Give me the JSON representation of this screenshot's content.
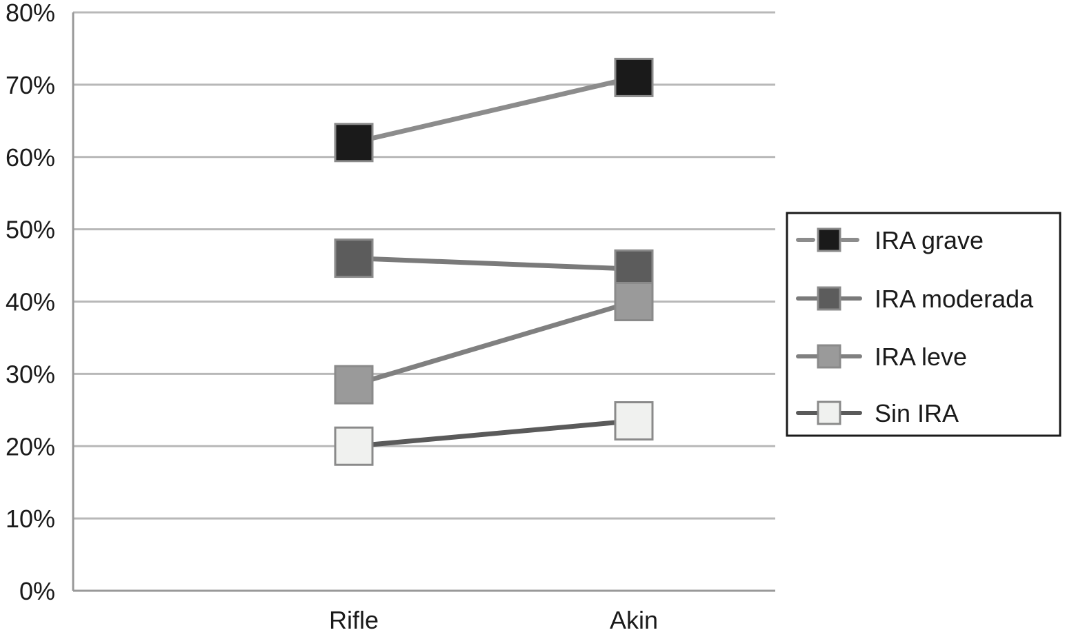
{
  "chart_data": {
    "type": "line",
    "categories": [
      "Rifle",
      "Akin"
    ],
    "y_tick_labels": [
      "0%",
      "10%",
      "20%",
      "30%",
      "40%",
      "50%",
      "60%",
      "70%",
      "80%"
    ],
    "ylim": [
      0,
      80
    ],
    "y_unit": "%",
    "grid": true,
    "legend_position": "right",
    "series": [
      {
        "name": "IRA grave",
        "values": [
          62,
          71
        ],
        "marker_color": "#1a1a1a",
        "line_color": "#8c8c8c",
        "legend_dashed": true
      },
      {
        "name": "IRA moderada",
        "values": [
          46,
          44.5
        ],
        "marker_color": "#5c5c5c",
        "line_color": "#7a7a7a",
        "legend_dashed": false
      },
      {
        "name": "IRA leve",
        "values": [
          28.5,
          40
        ],
        "marker_color": "#9a9a9a",
        "line_color": "#808080",
        "legend_dashed": false
      },
      {
        "name": "Sin IRA",
        "values": [
          20,
          23.5
        ],
        "marker_color": "#f0f1ef",
        "line_color": "#5a5a5a",
        "legend_dashed": false
      }
    ],
    "colors": {
      "grid": "#b8b8b8",
      "axis": "#999999",
      "marker_border": "#8a8a8a",
      "legend_border": "#1a1a1a"
    }
  }
}
